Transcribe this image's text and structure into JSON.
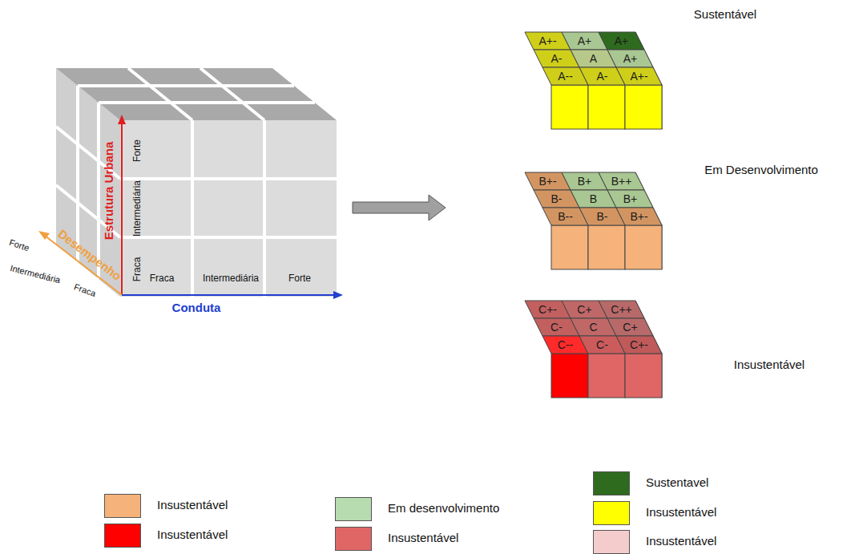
{
  "diagram": {
    "nodes": [
      {
        "text": [
          "A+-"
        ]
      },
      {
        "text": [
          "A+"
        ]
      },
      {
        "text": [
          "A+"
        ]
      },
      {
        "text": [
          "A-"
        ]
      },
      {
        "text": [
          "A"
        ]
      },
      {
        "text": [
          "A+"
        ]
      },
      {
        "text": [
          "A--"
        ]
      },
      {
        "text": [
          "A-"
        ]
      },
      {
        "text": [
          "A+-"
        ]
      },
      {
        "text": [
          "B+-"
        ]
      },
      {
        "text": [
          "B+"
        ]
      },
      {
        "text": [
          "B++"
        ]
      },
      {
        "text": [
          "B-"
        ]
      },
      {
        "text": [
          "B"
        ]
      },
      {
        "text": [
          "B+"
        ]
      },
      {
        "text": [
          "B--"
        ]
      },
      {
        "text": [
          "B-"
        ]
      },
      {
        "text": [
          "B+-"
        ]
      },
      {
        "text": [
          "C+-"
        ]
      },
      {
        "text": [
          "C+"
        ]
      },
      {
        "text": [
          "C++"
        ]
      },
      {
        "text": [
          "C-"
        ]
      },
      {
        "text": [
          "C"
        ]
      },
      {
        "text": [
          "C+"
        ]
      },
      {
        "text": [
          "C--"
        ]
      },
      {
        "text": [
          "C-"
        ]
      },
      {
        "text": [
          "C+-"
        ]
      }
    ],
    "labels": [
      "Sustentável",
      "Em Desenvolvimento",
      "Insustentável",
      "Estrutura Urbana",
      "Forte",
      "Intermediária",
      "Fraca",
      "Desempenho",
      "Forte",
      "Intermediária",
      "Fraca",
      "Fraca",
      "Intermediária",
      "Forte",
      "Conduta"
    ],
    "legend": [
      {
        "text": "Insustentável",
        "color": "#f5b27a"
      },
      {
        "text": "Insustentável",
        "color": "#ff0000"
      },
      {
        "text": "Em desenvolvimento",
        "color": "#b6dcb0"
      },
      {
        "text": "Insustentável",
        "color": "#e06666"
      },
      {
        "text": "Sustentavel",
        "color": "#2e6b1e"
      },
      {
        "text": "Insustentável",
        "color": "#ffff00"
      },
      {
        "text": "Insustentável",
        "color": "#f4cccc"
      }
    ]
  }
}
